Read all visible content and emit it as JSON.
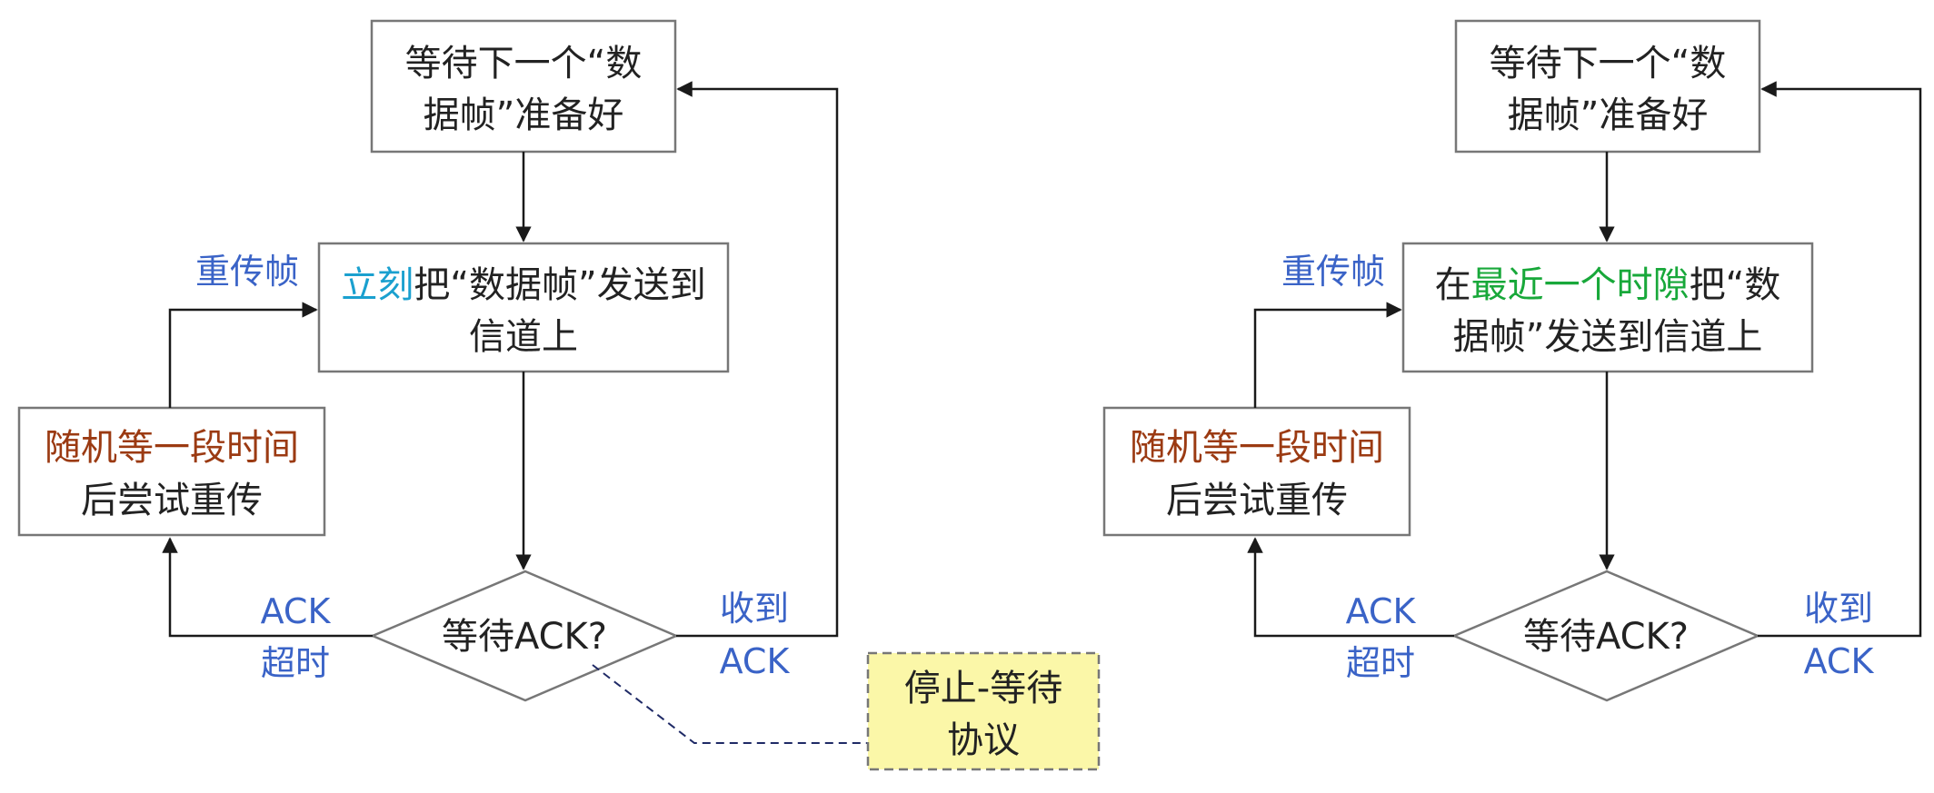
{
  "left_flow": {
    "wait_frame_ready": [
      "等待下一个“数",
      "据帧”准备好"
    ],
    "send_line1": [
      {
        "text": "立刻",
        "style": "cyan"
      },
      {
        "text": "把“数据帧”发送到",
        "style": "black"
      }
    ],
    "send_line2": "信道上",
    "random_backoff_line1": "随机等一段时间",
    "random_backoff_line2": "后尝试重传",
    "wait_ack": "等待ACK?",
    "retransmit_label": "重传帧",
    "timeout_label": [
      "ACK",
      "超时"
    ],
    "received_label": [
      "收到",
      "ACK"
    ]
  },
  "note": {
    "lines": [
      "停止-等待",
      "协议"
    ]
  },
  "right_flow": {
    "wait_frame_ready": [
      "等待下一个“数",
      "据帧”准备好"
    ],
    "send_line1": [
      {
        "text": "在",
        "style": "black"
      },
      {
        "text": "最近一个时隙",
        "style": "green"
      },
      {
        "text": "把“数",
        "style": "black"
      }
    ],
    "send_line2": "据帧”发送到信道上",
    "random_backoff_line1": "随机等一段时间",
    "random_backoff_line2": "后尝试重传",
    "wait_ack": "等待ACK?",
    "retransmit_label": "重传帧",
    "timeout_label": [
      "ACK",
      "超时"
    ],
    "received_label": [
      "收到",
      "ACK"
    ]
  },
  "colors": {
    "label_blue": "#3a63c7",
    "backoff_red": "#9b3a12",
    "immediate_cyan": "#1aa0cf",
    "slot_green": "#18a83a",
    "note_yellow": "#fbf7a8"
  }
}
